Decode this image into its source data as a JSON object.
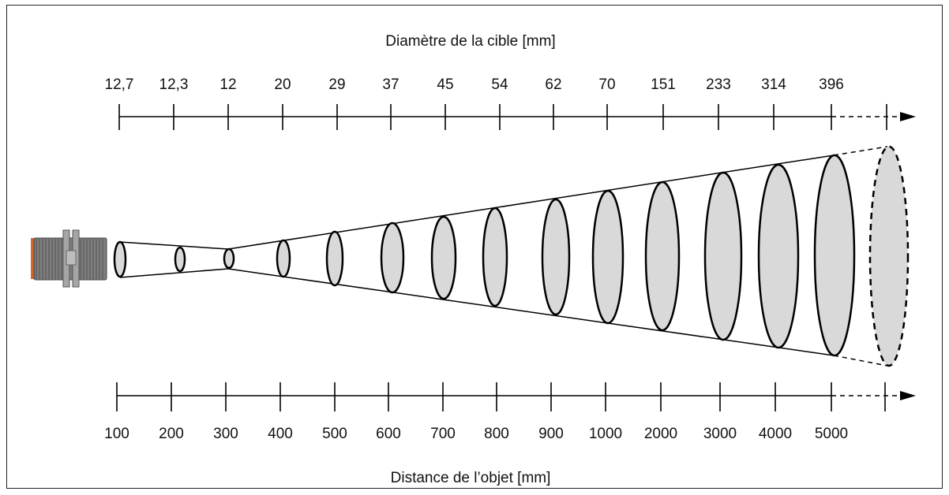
{
  "top_title": "Diamètre de la cible [mm]",
  "bottom_title": "Distance de l’objet [mm]",
  "diameters": [
    "12,7",
    "12,3",
    "12",
    "20",
    "29",
    "37",
    "45",
    "54",
    "62",
    "70",
    "151",
    "233",
    "314",
    "396"
  ],
  "distances": [
    "100",
    "200",
    "300",
    "400",
    "500",
    "600",
    "700",
    "800",
    "900",
    "1000",
    "2000",
    "3000",
    "4000",
    "5000"
  ],
  "sensor": {
    "name": "sensor-icon"
  },
  "colors": {
    "ellipse_fill": "#d9d9d9",
    "line": "#000000",
    "sensor_body": "#7a7a7a",
    "sensor_lens": "#d9662a"
  }
}
